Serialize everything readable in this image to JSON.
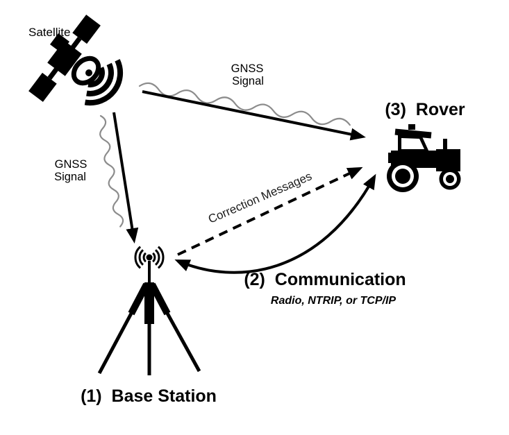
{
  "diagram": {
    "labels": {
      "satellite": "Satellite",
      "gnss_right_line1": "GNSS",
      "gnss_right_line2": "Signal",
      "gnss_left_line1": "GNSS",
      "gnss_left_line2": "Signal",
      "rover": "(3)  Rover",
      "base_station": "(1)  Base Station",
      "communication": "(2)  Communication",
      "communication_sub": "Radio, NTRIP, or TCP/IP",
      "correction": "Correction Messages"
    },
    "colors": {
      "ink": "#000000",
      "wave_gray": "#8c8c8c",
      "background": "#ffffff"
    }
  }
}
